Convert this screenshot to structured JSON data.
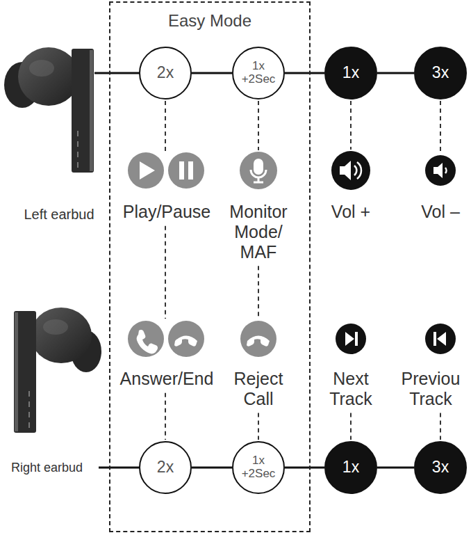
{
  "diagram": {
    "nodes": [
      {
        "text": [
          "Easy Mode"
        ]
      },
      {
        "text": [
          "2x"
        ],
        "in": 0
      },
      {
        "text": [
          "1x +2Sec"
        ],
        "in": 0
      },
      {
        "text": [
          "1x"
        ]
      },
      {
        "text": [
          "3x"
        ]
      },
      {
        "text": [
          "2x"
        ],
        "in": 0
      },
      {
        "text": [
          "1x +2Sec"
        ],
        "in": 0
      },
      {
        "text": [
          "1x"
        ]
      },
      {
        "text": [
          "3x"
        ]
      }
    ],
    "edges": [
      {
        "from": 1,
        "to": 2,
        "arrow": "none"
      },
      {
        "from": 2,
        "to": 3,
        "arrow": "none"
      },
      {
        "from": 3,
        "to": 4,
        "arrow": "none"
      },
      {
        "from": 5,
        "to": 6,
        "arrow": "none"
      },
      {
        "from": 6,
        "to": 7,
        "arrow": "none"
      },
      {
        "from": 7,
        "to": 8,
        "arrow": "none"
      }
    ],
    "labels": [
      "Left earbud",
      "Play/Pause",
      "Monitor Mode/ MAF",
      "Vol +",
      "Vol –",
      "Answer/End",
      "Reject Call",
      "Next Track",
      "Previou Track",
      "Right earbud"
    ]
  }
}
